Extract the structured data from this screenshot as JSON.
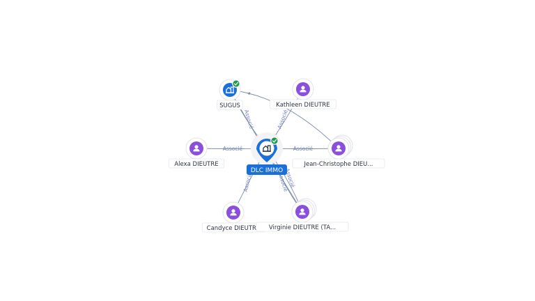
{
  "graph": {
    "center": {
      "id": "dlc",
      "label": "DLC IMMO",
      "kind": "company",
      "verified": true,
      "icon": "building-icon"
    },
    "nodes": [
      {
        "id": "sugus",
        "label": "SUGUS",
        "kind": "company",
        "verified": true,
        "icon": "building-icon"
      },
      {
        "id": "kathleen",
        "label": "Kathleen DIEUTRE",
        "kind": "person",
        "icon": "person-icon"
      },
      {
        "id": "alexa",
        "label": "Alexa DIEUTRE",
        "kind": "person",
        "icon": "person-icon"
      },
      {
        "id": "jeanchristophe",
        "label": "Jean-Christophe DIEU...",
        "kind": "person",
        "icon": "person-icon",
        "stacked": true
      },
      {
        "id": "candyce",
        "label": "Candyce DIEUTRE",
        "kind": "person",
        "icon": "person-icon"
      },
      {
        "id": "virginie",
        "label": "Virginie DIEUTRE (TA...",
        "kind": "person",
        "icon": "person-icon",
        "stacked": true
      }
    ],
    "edges": [
      {
        "id": "e-sugus",
        "label": "Associé"
      },
      {
        "id": "e-kathleen",
        "label": "Associé"
      },
      {
        "id": "e-alexa",
        "label": "Associé"
      },
      {
        "id": "e-jc",
        "label": "Associé"
      },
      {
        "id": "e-candyce",
        "label": "Associé"
      },
      {
        "id": "e-virginie",
        "label": "Associé"
      },
      {
        "id": "e-virginie-2",
        "label": "Associé"
      },
      {
        "id": "e-jc-sugus",
        "label": ""
      },
      {
        "id": "e-virginie-sugus",
        "label": ""
      }
    ]
  },
  "colors": {
    "person": "#8a4fdc",
    "company": "#1a6fd8",
    "verified": "#1e9a4a",
    "edge": "#7f8ea6",
    "edge_label": "#6f7fc7"
  }
}
